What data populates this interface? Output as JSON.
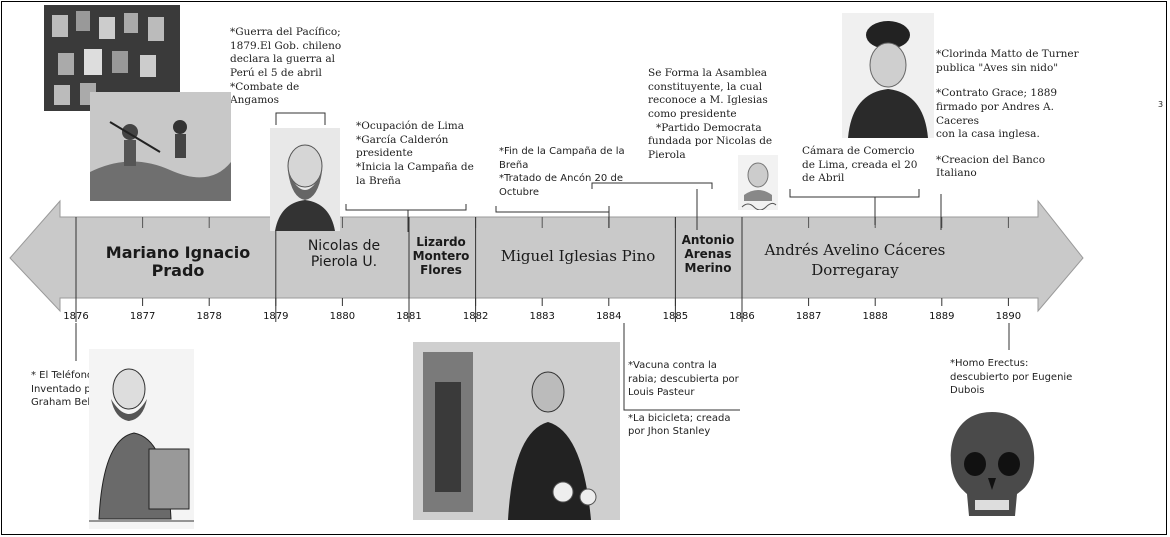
{
  "eras": [
    {
      "label": "Mariano Ignacio Prado"
    },
    {
      "label": "Nicolas de Pierola U."
    },
    {
      "label": "Lizardo Montero Flores"
    },
    {
      "label": "Miguel Iglesias Pino"
    },
    {
      "label": "Antonio Arenas Merino"
    },
    {
      "label": "Andrés Avelino Cáceres Dorregaray"
    }
  ],
  "years": [
    "1876",
    "1877",
    "1878",
    "1879",
    "1880",
    "1881",
    "1882",
    "1883",
    "1884",
    "1885",
    "1886",
    "1887",
    "1888",
    "1889",
    "1890"
  ],
  "events_above": [
    {
      "lines": [
        "*Guerra del Pacífico;",
        "1879.El Gob. chileno",
        "declara la guerra al",
        "Perú el 5 de abril",
        "*Combate de",
        "Angamos"
      ]
    },
    {
      "lines": [
        "*Ocupación de Lima",
        "*García Calderón",
        "presidente",
        "*Inicia la Campaña de",
        "la Breña"
      ]
    },
    {
      "lines": [
        "*Fin de la Campaña de la",
        "Breña",
        "*Tratado de Ancón 20 de",
        "Octubre"
      ]
    },
    {
      "lines": [
        "Se Forma la Asamblea",
        "constituyente, la cual",
        "reconoce a M. Iglesias",
        "como presidente",
        "*Partido Democrata",
        "fundada por Nicolas de",
        "Pierola"
      ]
    },
    {
      "lines": [
        "Cámara de Comercio",
        "de Lima, creada el 20",
        "de Abril"
      ]
    },
    {
      "paragraphs": [
        [
          "*Clorinda Matto de Turner",
          "publica \"Aves sin nido\""
        ],
        [
          "*Contrato Grace; 1889",
          "firmado por Andres A. Caceres",
          "con la casa inglesa."
        ],
        [
          "*Creacion del Banco Italiano"
        ]
      ]
    }
  ],
  "events_below": [
    {
      "lines": [
        "* El Teléfono.",
        "Inventado por",
        "Graham Bell"
      ]
    },
    {
      "paragraphs": [
        [
          "*Vacuna contra la",
          "rabia; descubierta por",
          "Louis Pasteur"
        ],
        [
          "*La bicicleta; creada",
          "por Jhon Stanley"
        ]
      ]
    },
    {
      "lines": [
        "*Homo Erectus:",
        "descubierto por Eugenie",
        "Dubois"
      ]
    }
  ],
  "stray_mark": "3",
  "colors": {
    "arrow_fill": "#c9c9c9",
    "arrow_stroke": "#9a9a9a",
    "text": "#1a1a1a",
    "connector": "#333333"
  },
  "photos": [
    {
      "icon": "portrait-collage-icon"
    },
    {
      "icon": "battle-scene-icon"
    },
    {
      "icon": "bearded-man-portrait-icon"
    },
    {
      "icon": "signature-portrait-icon"
    },
    {
      "icon": "lady-with-hat-portrait-icon"
    },
    {
      "icon": "telephone-inventor-engraving-icon"
    },
    {
      "icon": "pasteur-laboratory-icon"
    },
    {
      "icon": "skull-icon"
    }
  ]
}
